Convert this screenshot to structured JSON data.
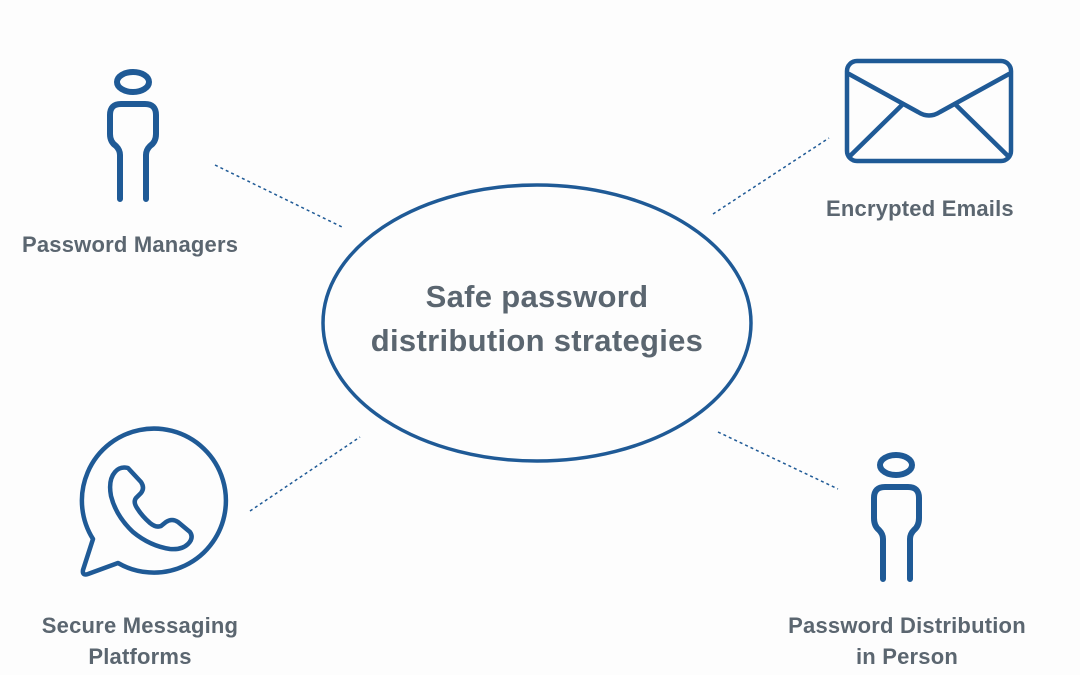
{
  "diagram": {
    "center": {
      "title_line1": "Safe password",
      "title_line2": "distribution strategies"
    },
    "nodes": [
      {
        "id": "password-managers",
        "label_line1": "Password Managers",
        "label_line2": "",
        "icon": "person-icon",
        "position": "top-left"
      },
      {
        "id": "encrypted-emails",
        "label_line1": "Encrypted Emails",
        "label_line2": "",
        "icon": "envelope-icon",
        "position": "top-right"
      },
      {
        "id": "secure-messaging",
        "label_line1": "Secure Messaging",
        "label_line2": "Platforms",
        "icon": "chat-phone-icon",
        "position": "bottom-left"
      },
      {
        "id": "in-person",
        "label_line1": "Password Distribution",
        "label_line2": "in Person",
        "icon": "person-icon",
        "position": "bottom-right"
      }
    ],
    "colors": {
      "accent": "#1f5a96",
      "text": "#5b6670",
      "background": "#fdfdfd"
    }
  }
}
